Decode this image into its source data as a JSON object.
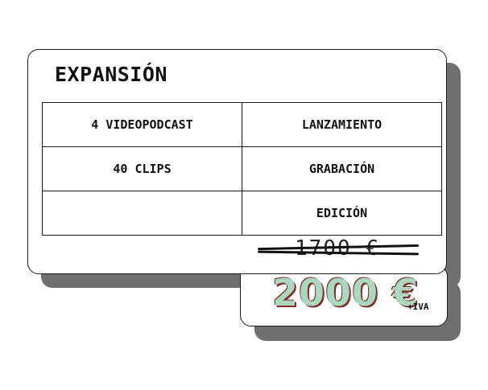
{
  "title": "EXPANSIÓN",
  "rows": [
    [
      "4 VIDEOPODCAST",
      "LANZAMIENTO"
    ],
    [
      "40 CLIPS",
      "GRABACIÓN"
    ],
    [
      "",
      "EDICIÓN"
    ]
  ],
  "old_price": "1700 €",
  "new_price": "2000 €",
  "tax_note": "+IVA",
  "colors": {
    "price_fill": "#a6d9c0",
    "price_outline": "#8a2a22",
    "shadow": "#6f6f6f"
  }
}
